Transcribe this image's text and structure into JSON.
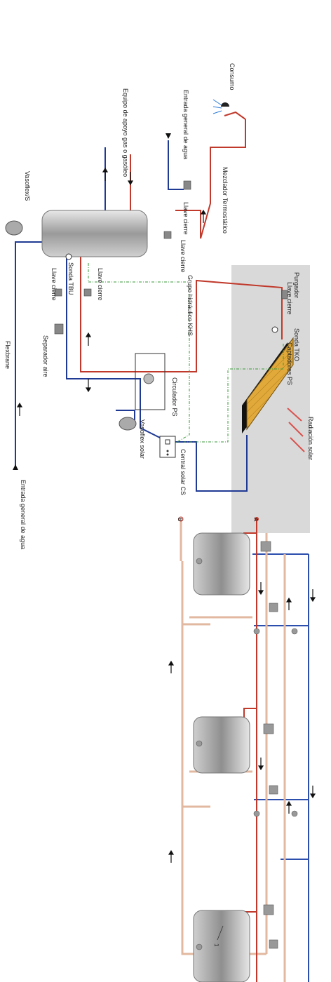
{
  "upper": {
    "labels": {
      "purgador": "Purgador",
      "llave_cierre_top": "Llave cierre",
      "sonda_tko": "Sonda TKO",
      "captadores": "Captadores PS",
      "radiacion": "Radiación solar",
      "consumo": "Consumo",
      "entrada_general_top": "Entrada general de agua",
      "equipo_apoyo": "Equipo de apoyo gas o gasóleo",
      "mezclador": "Mezclador Termostático",
      "llave_cierre_mix": "Llave cierre",
      "llave_cierre_tank": "Llave cierre",
      "grupo_hidraulico": "Grupo hidráulico KHS",
      "llave_cierre_a": "Llave cierre",
      "sonda_tbu": "Sonda TBU",
      "llave_cierre_b": "Llave cierre",
      "separador_aire": "Separador aire",
      "circulador": "Circulador PS",
      "vasoflex_solar": "Vasoflex solar",
      "central_solar": "Central solar CS",
      "vasoflex_s": "Vasoflex/S",
      "flexbrane": "Flexbrane",
      "entrada_general_bottom": "Entrada general de agua"
    }
  },
  "lower": {
    "labels": {
      "point_a": "A",
      "point_b": "B",
      "item_1": "1"
    }
  },
  "colors": {
    "hot": "#c0392b",
    "cold": "#1f3a93",
    "return": "#e2b8a0",
    "collector": "#e0a93a",
    "panel_bg": "#d9d9d9"
  }
}
